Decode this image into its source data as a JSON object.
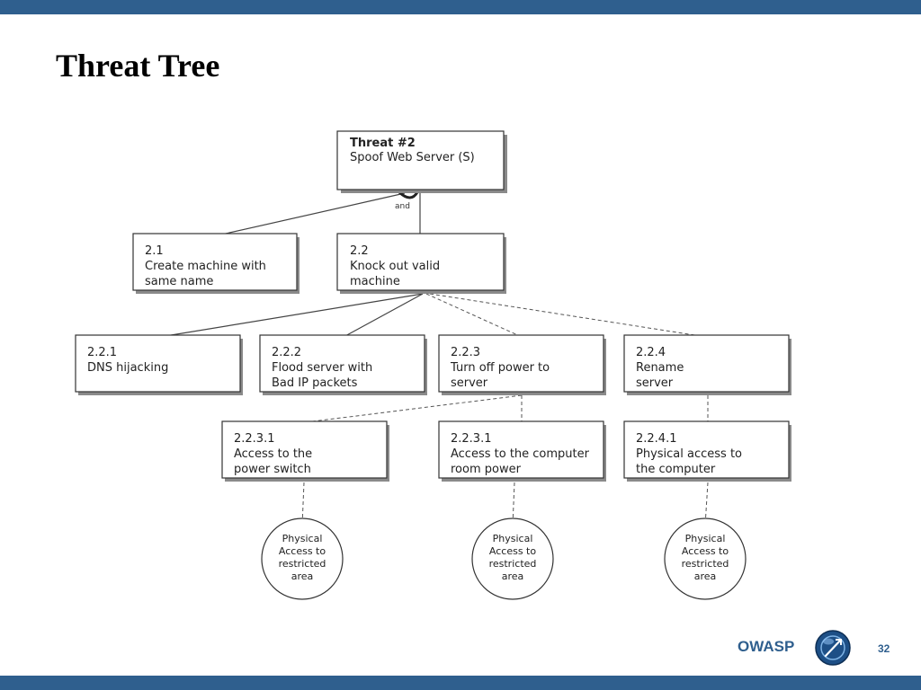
{
  "slide": {
    "title": "Threat Tree",
    "footer": {
      "brand": "OWASP",
      "page_number": "32"
    },
    "colors": {
      "bars": "#2f5f8e",
      "brand": "#2f5f8e"
    }
  },
  "diagram": {
    "root": {
      "id": "Threat #2",
      "text": "Spoof Web Server (S)"
    },
    "and_label": "and",
    "level1": [
      {
        "id": "2.1",
        "lines": [
          "Create machine with",
          "same name"
        ]
      },
      {
        "id": "2.2",
        "lines": [
          "Knock out valid",
          "machine"
        ]
      }
    ],
    "level2": [
      {
        "id": "2.2.1",
        "lines": [
          "DNS hijacking"
        ]
      },
      {
        "id": "2.2.2",
        "lines": [
          "Flood server with",
          "Bad IP packets"
        ]
      },
      {
        "id": "2.2.3",
        "lines": [
          "Turn off power to",
          "server"
        ]
      },
      {
        "id": "2.2.4",
        "lines": [
          "Rename",
          "server"
        ]
      }
    ],
    "level3": [
      {
        "id": "2.2.3.1",
        "lines": [
          "Access to the",
          "power switch"
        ]
      },
      {
        "id": "2.2.3.1",
        "lines": [
          "Access to the computer",
          "room power"
        ]
      },
      {
        "id": "2.2.4.1",
        "lines": [
          "Physical access to",
          "the computer"
        ]
      }
    ],
    "conditions": [
      {
        "lines": [
          "Physical",
          "Access to",
          "restricted",
          "area"
        ]
      },
      {
        "lines": [
          "Physical",
          "Access to",
          "restricted",
          "area"
        ]
      },
      {
        "lines": [
          "Physical",
          "Access to",
          "restricted",
          "area"
        ]
      }
    ]
  }
}
